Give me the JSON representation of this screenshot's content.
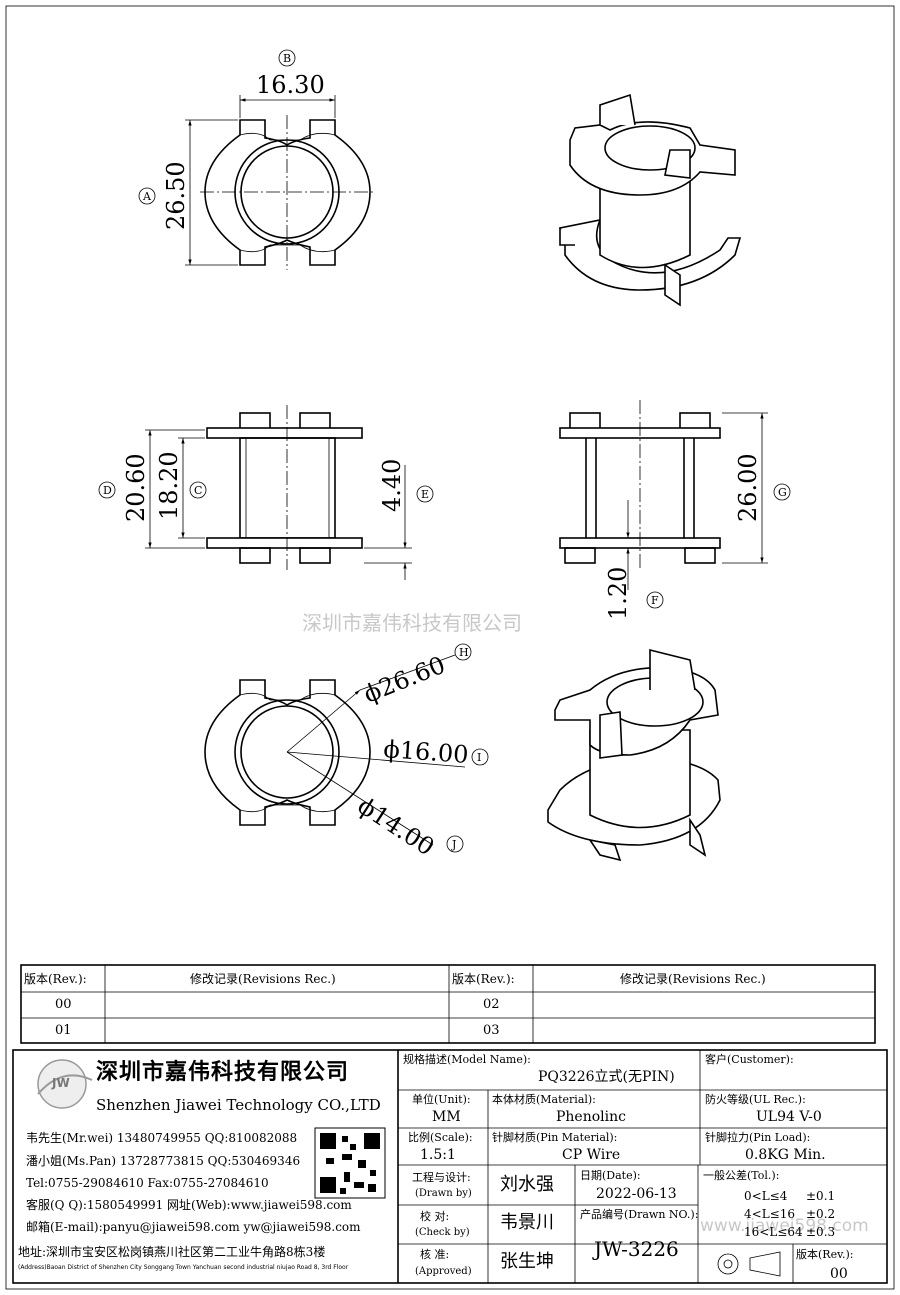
{
  "dims": {
    "b": "16.30",
    "a": "26.50",
    "d": "20.60",
    "c": "18.20",
    "e": "4.40",
    "g": "26.00",
    "f": "1.20",
    "h": "ϕ26.60",
    "i": "ϕ16.00",
    "j": "ϕ14.00"
  },
  "markers": {
    "a": "A",
    "b": "B",
    "c": "C",
    "d": "D",
    "e": "E",
    "f": "F",
    "g": "G",
    "h": "H",
    "i": "I",
    "j": "J"
  },
  "watermark_center": "深圳市嘉伟科技有限公司",
  "watermark_corner": "www.jiawei598.com",
  "revisions": {
    "rev_header": "版本(Rev.):",
    "rec_header": "修改记录(Revisions Rec.)",
    "rows": [
      {
        "left_rev": "00",
        "right_rev": "02"
      },
      {
        "left_rev": "01",
        "right_rev": "03"
      }
    ]
  },
  "company": {
    "logo_text": "JW",
    "name_cn": "深圳市嘉伟科技有限公司",
    "name_en": "Shenzhen Jiawei Technology CO.,LTD",
    "contact1": "韦先生(Mr.wei) 13480749955 QQ:810082088",
    "contact2": "潘小姐(Ms.Pan) 13728773815 QQ:530469346",
    "tel_fax": "Tel:0755-29084610       Fax:0755-27084610",
    "qq_web": "客服(Q Q):1580549991   网址(Web):www.jiawei598.com",
    "email": "邮箱(E-mail):panyu@jiawei598.com  yw@jiawei598.com",
    "address_cn": "地址:深圳市宝安区松岗镇燕川社区第二工业牛角路8栋3楼",
    "address_en": "(Address)Baoan District of Shenzhen City Songgang Town Yanchuan  second industrial niujao Road 8, 3rd Floor"
  },
  "title_block": {
    "model_label": "规格描述(Model Name):",
    "model_value": "PQ3226立式(无PIN)",
    "customer_label": "客户(Customer):",
    "customer_value": "",
    "unit_label": "单位(Unit):",
    "unit_value": "MM",
    "material_label": "本体材质(Material):",
    "material_value": "Phenolinc",
    "ul_label": "防火等级(UL Rec.):",
    "ul_value": "UL94 V-0",
    "scale_label": "比例(Scale):",
    "scale_value": "1.5:1",
    "pin_material_label": "针脚材质(Pin Material):",
    "pin_material_value": "CP Wire",
    "pin_load_label": "针脚拉力(Pin Load):",
    "pin_load_value": "0.8KG Min.",
    "drawn_label1": "工程与设计:",
    "drawn_label2": "(Drawn by)",
    "drawn_value": "刘水强",
    "date_label": "日期(Date):",
    "date_value": "2022-06-13",
    "check_label1": "校  对:",
    "check_label2": "(Check by)",
    "check_value": "韦景川",
    "drawing_no_label": "产品编号(Drawn NO.):",
    "drawing_no_value": "JW-3226",
    "approved_label1": "核  准:",
    "approved_label2": "(Approved)",
    "approved_value": "张生坤",
    "tol_label": "一般公差(Tol.):",
    "tol_rows": [
      {
        "range": "0<L≤4",
        "value": "±0.1"
      },
      {
        "range": "4<L≤16",
        "value": "±0.2"
      },
      {
        "range": "16<L≤64",
        "value": "±0.3"
      }
    ],
    "rev_label": "版本(Rev.):",
    "rev_value": "00"
  }
}
